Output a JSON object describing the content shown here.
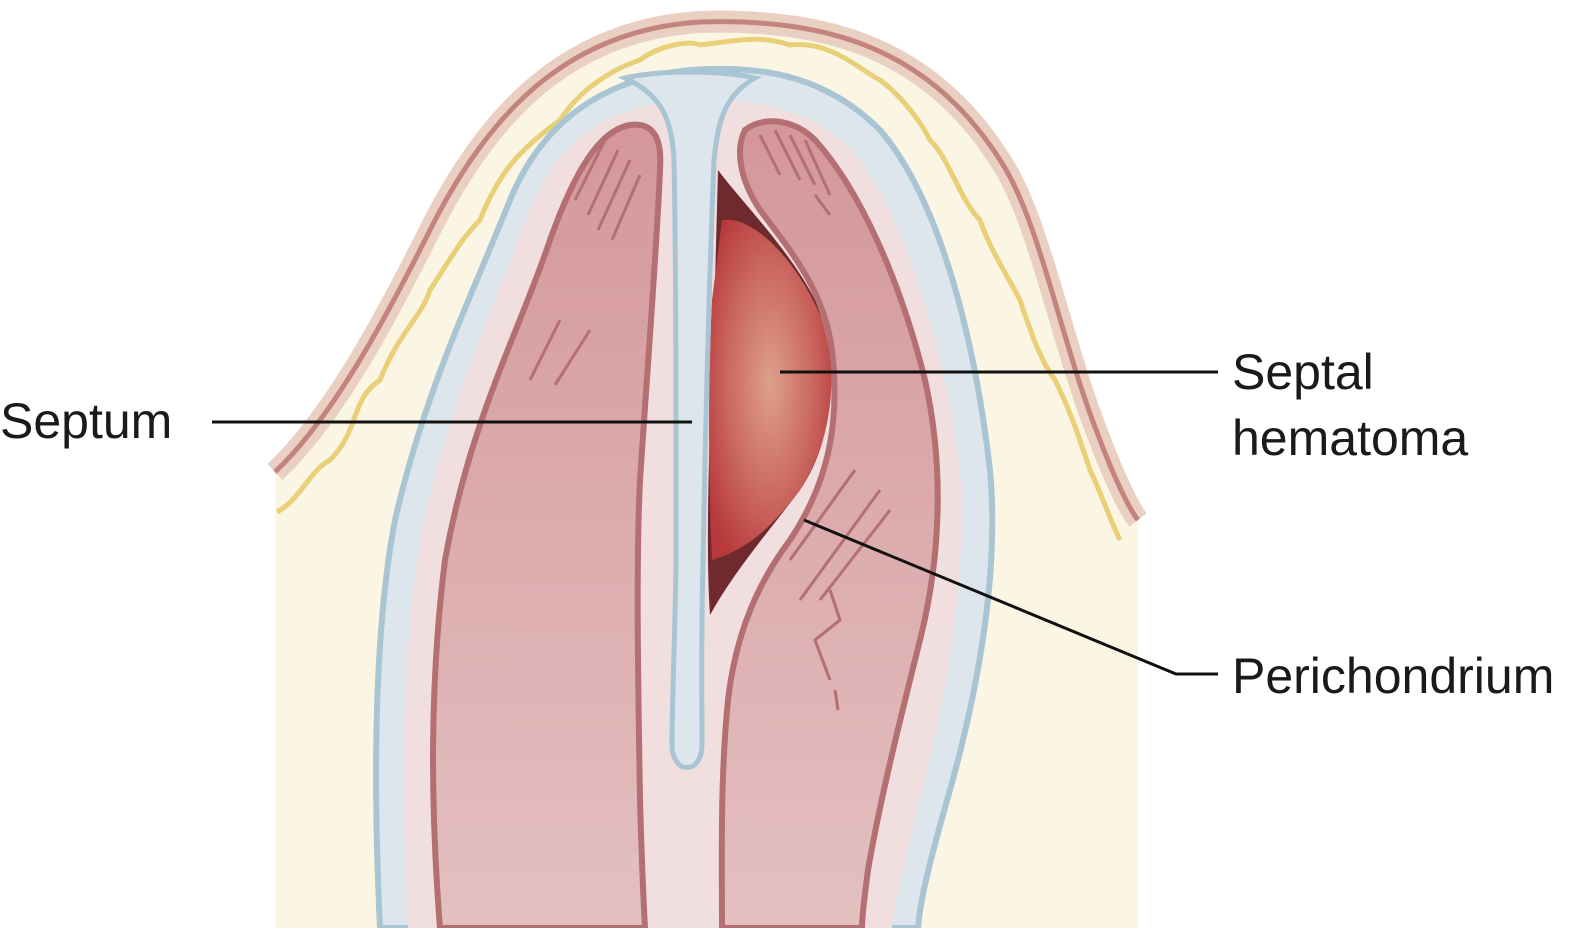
{
  "labels": {
    "septum": "Septum",
    "septal_hematoma_line1": "Septal",
    "septal_hematoma_line2": "hematoma",
    "perichondrium": "Perichondrium"
  },
  "colors": {
    "background": "#ffffff",
    "skin_fill": "#fbf6e4",
    "skin_outline": "#c4847e",
    "skin_band": "#ead0c2",
    "fat_line": "#e8cf78",
    "cartilage_fill": "#dce6ec",
    "cartilage_outline": "#a9c4d3",
    "mucosa_fill": "#f1dfe0",
    "cavity_fill": "#d9a7ab",
    "cavity_outline": "#b36f72",
    "hematoma_center": "#dea08c",
    "hematoma_edge": "#b83a3c",
    "leader_line": "#111111"
  }
}
